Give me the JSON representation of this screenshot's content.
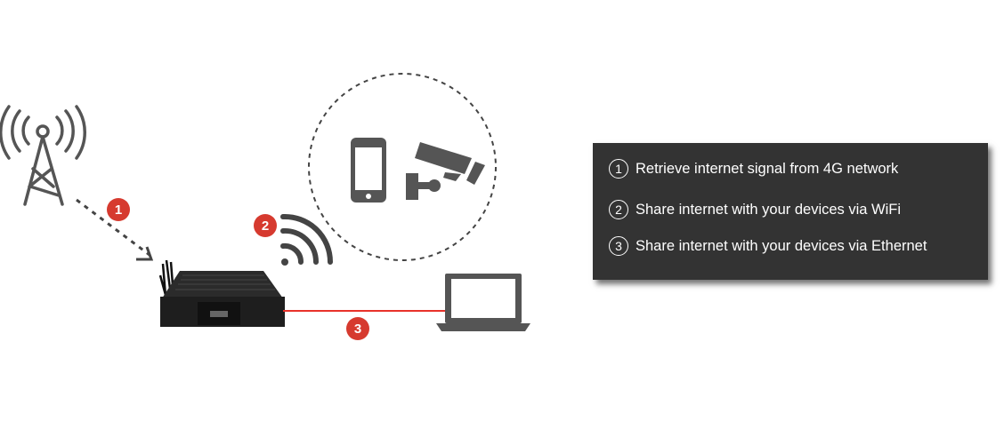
{
  "badges": {
    "one": "1",
    "two": "2",
    "three": "3"
  },
  "legend": {
    "items": [
      {
        "num": "1",
        "text": "Retrieve internet signal from 4G network"
      },
      {
        "num": "2",
        "text": "Share internet with your devices via WiFi"
      },
      {
        "num": "3",
        "text": "Share internet with your devices via Ethernet"
      }
    ]
  },
  "colors": {
    "accent": "#d63a2f",
    "icon": "#555555",
    "panel": "#333333",
    "cable": "#e8322a"
  }
}
